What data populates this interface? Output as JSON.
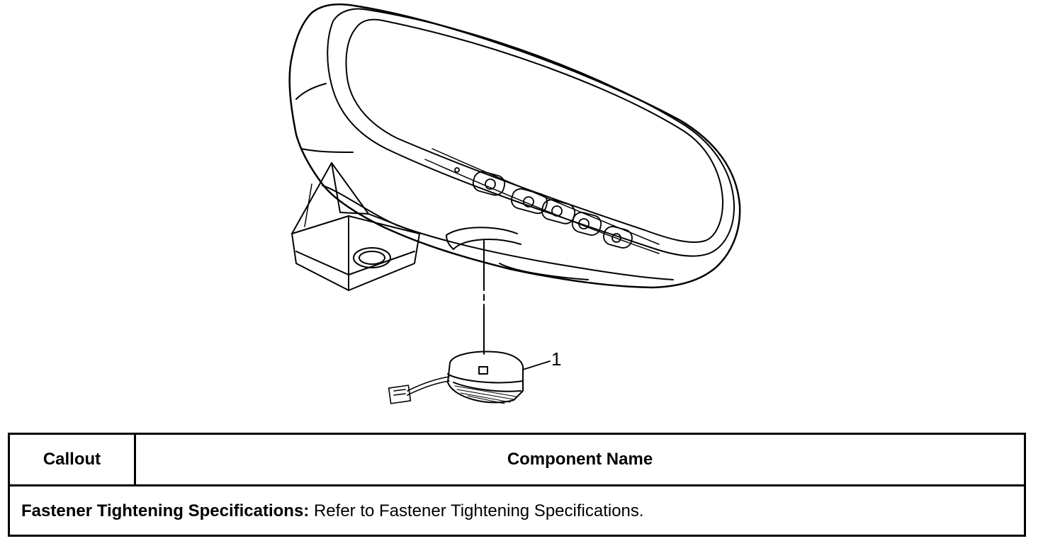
{
  "diagram": {
    "callout_number": "1"
  },
  "table": {
    "header_callout": "Callout",
    "header_component_name": "Component Name",
    "spec_label": "Fastener Tightening Specifications:",
    "spec_text": "Refer to Fastener Tightening Specifications."
  }
}
